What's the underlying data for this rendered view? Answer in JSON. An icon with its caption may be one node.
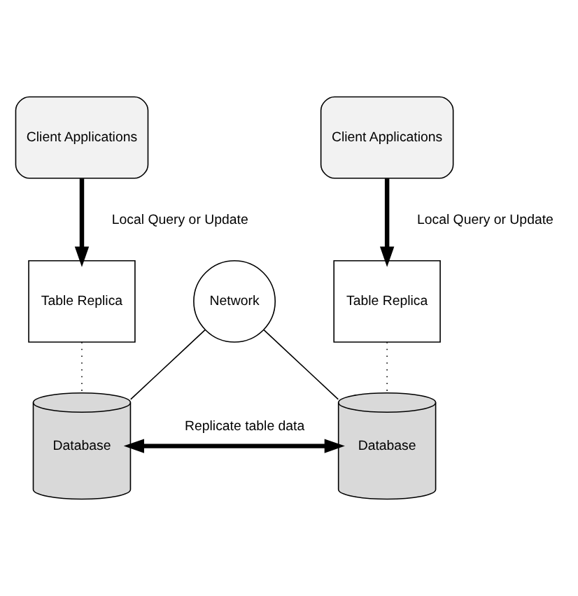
{
  "diagram": {
    "nodes": [
      {
        "text": [
          "Client Applications"
        ]
      },
      {
        "text": [
          "Table Replica"
        ]
      },
      {
        "text": [
          "Database"
        ]
      },
      {
        "text": [
          "Network"
        ]
      },
      {
        "text": [
          "Client Applications"
        ]
      },
      {
        "text": [
          "Table Replica"
        ]
      },
      {
        "text": [
          "Database"
        ]
      }
    ],
    "edges": [
      {
        "from": 0,
        "to": 1,
        "arrow": "to",
        "label": "Local Query or Update",
        "style": "thick"
      },
      {
        "from": 1,
        "to": 2,
        "arrow": "none",
        "style": "dashed"
      },
      {
        "from": 4,
        "to": 5,
        "arrow": "to",
        "label": "Local Query or Update",
        "style": "thick"
      },
      {
        "from": 5,
        "to": 6,
        "arrow": "none",
        "style": "dashed"
      },
      {
        "from": 3,
        "to": 2,
        "arrow": "none"
      },
      {
        "from": 3,
        "to": 6,
        "arrow": "none"
      },
      {
        "from": 2,
        "to": 6,
        "arrow": "both",
        "label": "Replicate table data",
        "style": "thick"
      }
    ]
  }
}
